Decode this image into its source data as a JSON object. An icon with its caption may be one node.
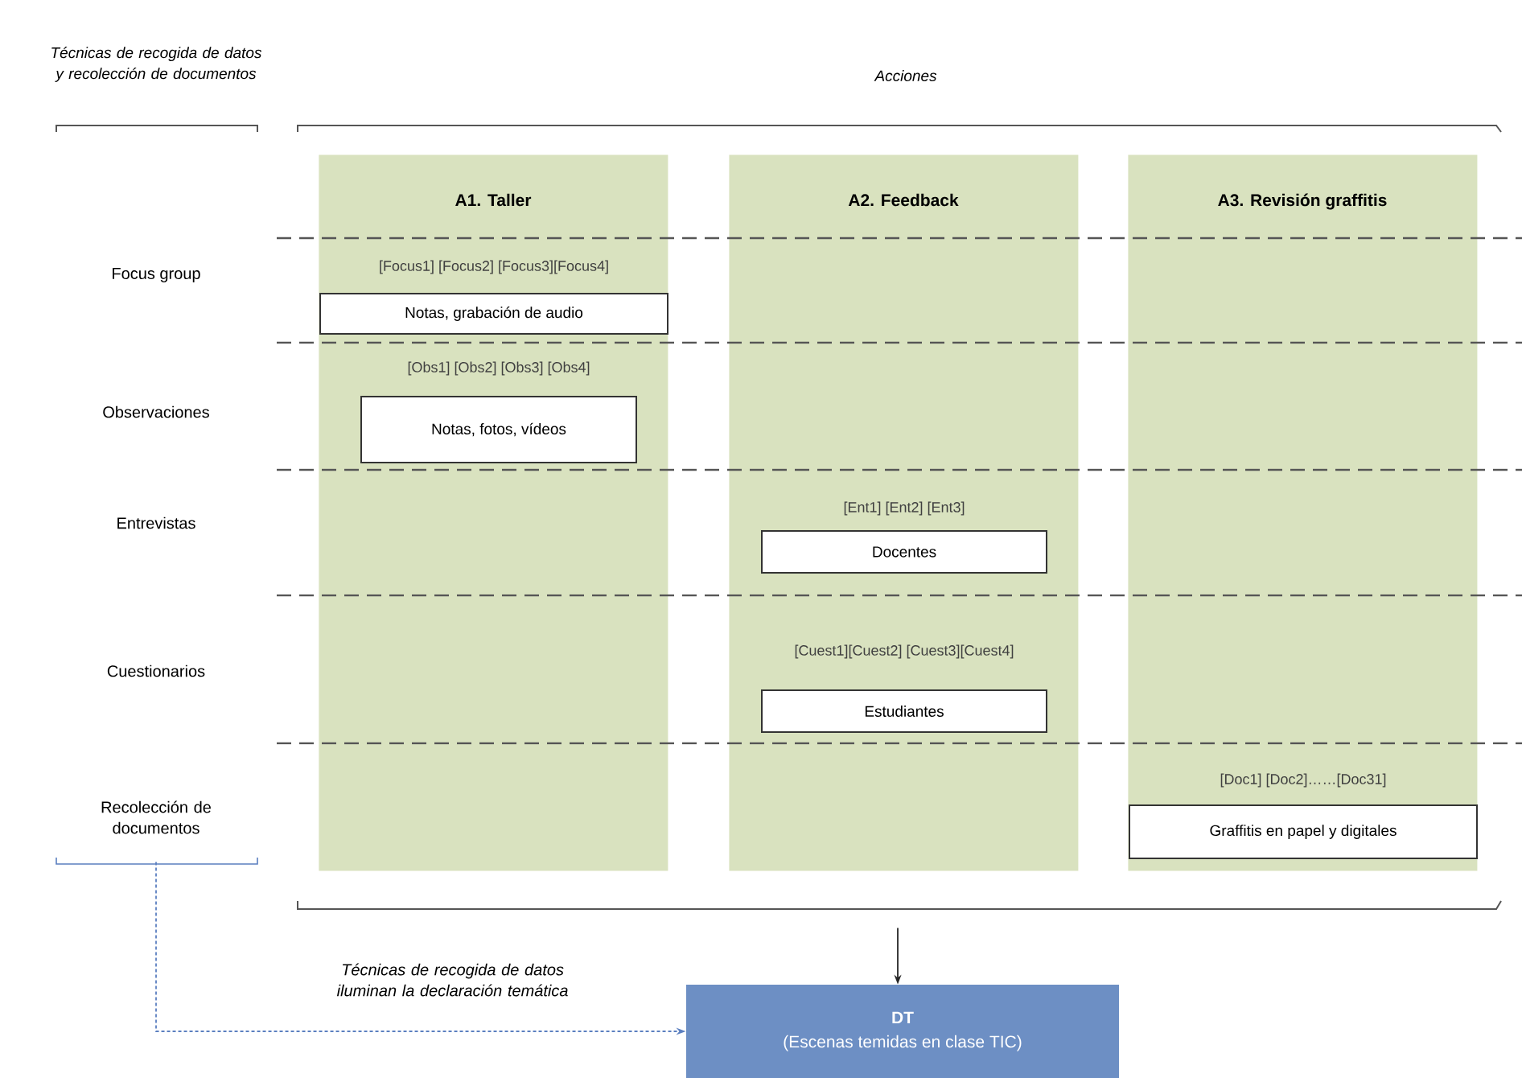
{
  "diagram": {
    "nodes": [
      {
        "text": [
          "A1. Taller"
        ]
      },
      {
        "text": [
          "A2. Feedback"
        ]
      },
      {
        "text": [
          "A3. Revisión graffitis"
        ]
      },
      {
        "text": [
          "Notas, grabación de audio"
        ],
        "in": 0,
        "beside": [
          "[Focus1] [Focus2] [Focus3][Focus4]"
        ]
      },
      {
        "text": [
          "Notas, fotos, vídeos"
        ],
        "in": 0,
        "beside": [
          "[Obs1] [Obs2] [Obs3] [Obs4]"
        ]
      },
      {
        "text": [
          "Docentes"
        ],
        "in": 1,
        "beside": [
          "[Ent1] [Ent2] [Ent3]"
        ]
      },
      {
        "text": [
          "Estudiantes"
        ],
        "in": 1,
        "beside": [
          "[Cuest1][Cuest2] [Cuest3][Cuest4]"
        ]
      },
      {
        "text": [
          "Graffitis en papel y digitales"
        ],
        "in": 2,
        "beside": [
          "[Doc1] [Doc2]……[Doc31]"
        ]
      },
      {
        "text": [
          "DT",
          "(Escenas temidas en clase TIC)"
        ]
      },
      {
        "text": [
          "Recolección de documentos"
        ]
      }
    ],
    "edges": [
      {
        "from": 9,
        "to": 8,
        "arrow": "to",
        "style": "dashed",
        "color": "#5b7fc0",
        "label": "Técnicas de recogida de datos iluminan la declaración temática"
      },
      {
        "from": null,
        "to": 8,
        "arrow": "to",
        "color": "#262626"
      }
    ],
    "labels": [
      "Técnicas de recogida de datos y recolección de documentos",
      "Acciones",
      "Focus group",
      "Observaciones",
      "Entrevistas",
      "Cuestionarios"
    ]
  }
}
